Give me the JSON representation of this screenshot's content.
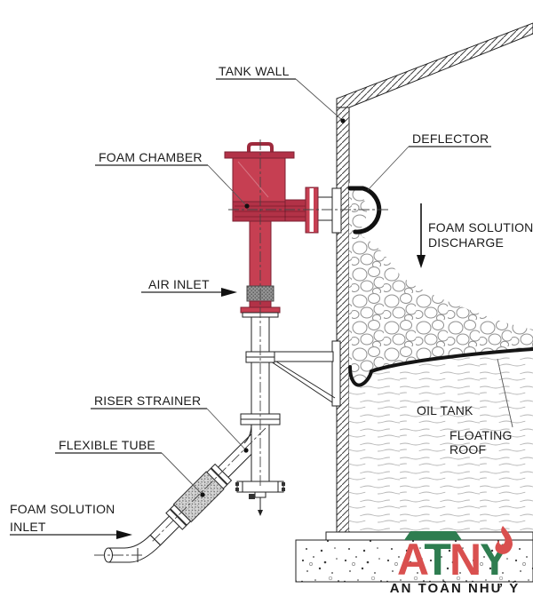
{
  "labels": {
    "tank_wall": "TANK WALL",
    "foam_chamber": "FOAM CHAMBER",
    "deflector": "DEFLECTOR",
    "foam_solution_discharge_line1": "FOAM SOLUTION",
    "foam_solution_discharge_line2": "DISCHARGE",
    "air_inlet": "AIR INLET",
    "riser_strainer": "RISER STRAINER",
    "flexible_tube": "FLEXIBLE TUBE",
    "foam_solution_inlet_line1": "FOAM SOLUTION",
    "foam_solution_inlet_line2": "INLET",
    "oil_tank": "OIL TANK",
    "floating_roof_line1": "FLOATING",
    "floating_roof_line2": "ROOF"
  },
  "logo": {
    "letter1": "A",
    "letter2": "T",
    "letter3": "N",
    "letter4": "Y",
    "tagline": "AN TOÀN NHƯ Ý"
  },
  "colors": {
    "chamber_red": "#c63f52",
    "chamber_dark_red": "#b23247",
    "chamber_outline": "#7c2133",
    "screen_gray": "#949494",
    "logo_red": "#d9504f",
    "logo_green": "#2e7d50",
    "line_black": "#1b1b1b"
  }
}
